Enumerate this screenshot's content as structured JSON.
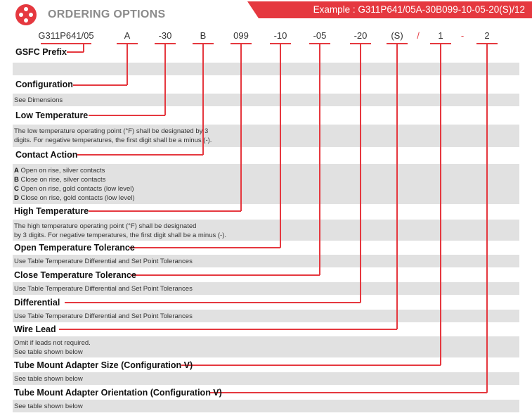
{
  "header": {
    "title": "ORDERING OPTIONS",
    "example": "Example : G311P641/05A-30B099-10-05-20(S)/12"
  },
  "codes": [
    "G311P641/05",
    "A",
    "-30",
    "B",
    "099",
    "-10",
    "-05",
    "-20",
    "(S)",
    "/",
    "1",
    "-",
    "2"
  ],
  "sections": [
    {
      "label": "GSFC Prefix",
      "lines": []
    },
    {
      "label": "Configuration",
      "lines": [
        "See Dimensions"
      ]
    },
    {
      "label": "Low Temperature",
      "lines": [
        "The low temperature operating point (°F) shall be designated by 3",
        "digits. For negative temperatures, the first digit shall be a minus (-)."
      ]
    },
    {
      "label": "Contact Action",
      "lines": []
    },
    {
      "label": "High Temperature",
      "lines": [
        "The high temperature operating point (°F) shall be designated",
        "by 3 digits. For negative temperatures, the first digit shall be a minus (-)."
      ]
    },
    {
      "label": "Open Temperature Tolerance",
      "lines": [
        "Use Table Temperature Differential and Set Point Tolerances"
      ]
    },
    {
      "label": "Close Temperature Tolerance",
      "lines": [
        "Use Table Temperature Differential and Set Point Tolerances"
      ]
    },
    {
      "label": "Differential",
      "lines": [
        "Use Table Temperature Differential and Set Point Tolerances"
      ]
    },
    {
      "label": "Wire Lead",
      "lines": [
        "Omit if leads not required.",
        "See table shown below"
      ]
    },
    {
      "label": "Tube Mount Adapter Size (Configuration V)",
      "lines": [
        "See table shown below"
      ]
    },
    {
      "label": "Tube Mount Adapter Orientation (Configuration V)",
      "lines": [
        "See table shown below"
      ]
    }
  ],
  "contact_options": [
    {
      "key": "A",
      "text": "Open on rise, silver contacts"
    },
    {
      "key": "B",
      "text": "Close on rise, silver contacts"
    },
    {
      "key": "C",
      "text": "Open on rise, gold contacts (low level)"
    },
    {
      "key": "D",
      "text": "Close on rise, gold contacts (low level)"
    }
  ],
  "colors": {
    "accent": "#e5383f",
    "band": "#e1e1e1",
    "title": "#8b8b8b"
  }
}
